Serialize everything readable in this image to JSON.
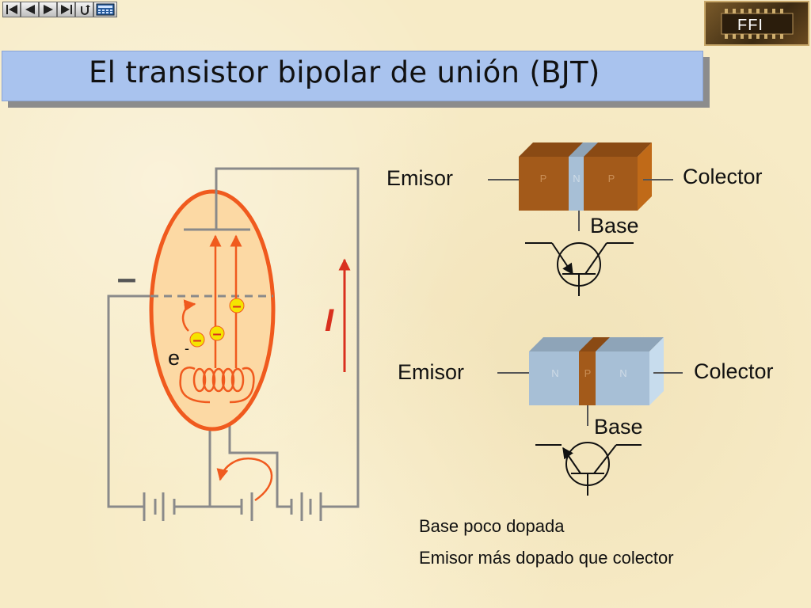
{
  "toolbar": {
    "icons": [
      "first-slide-icon",
      "previous-slide-icon",
      "next-slide-icon",
      "last-slide-icon",
      "return-icon",
      "calculator-icon"
    ]
  },
  "logo": {
    "text": "FFI"
  },
  "title": "El transistor bipolar de unión (BJT)",
  "tube": {
    "minus_sign": "–",
    "electron_label": "e",
    "electron_superscript": "-",
    "electron_charges": [
      "–",
      "–",
      "–"
    ],
    "current_label": "I"
  },
  "pnp": {
    "emitter": "Emisor",
    "collector": "Colector",
    "base": "Base",
    "layers": [
      "P",
      "N",
      "P"
    ]
  },
  "npn": {
    "emitter": "Emisor",
    "collector": "Colector",
    "base": "Base",
    "layers": [
      "N",
      "P",
      "N"
    ]
  },
  "notes": [
    "Base poco dopada",
    "Emisor más dopado que colector"
  ],
  "colors": {
    "title_bar": "#a9c3ee",
    "tube_outline": "#f05a1e",
    "tube_fill": "#fcd9a4",
    "pnp_brown": "#a35a1a",
    "npn_blue": "#a7bfd6",
    "current_arrow": "#d9301e"
  }
}
